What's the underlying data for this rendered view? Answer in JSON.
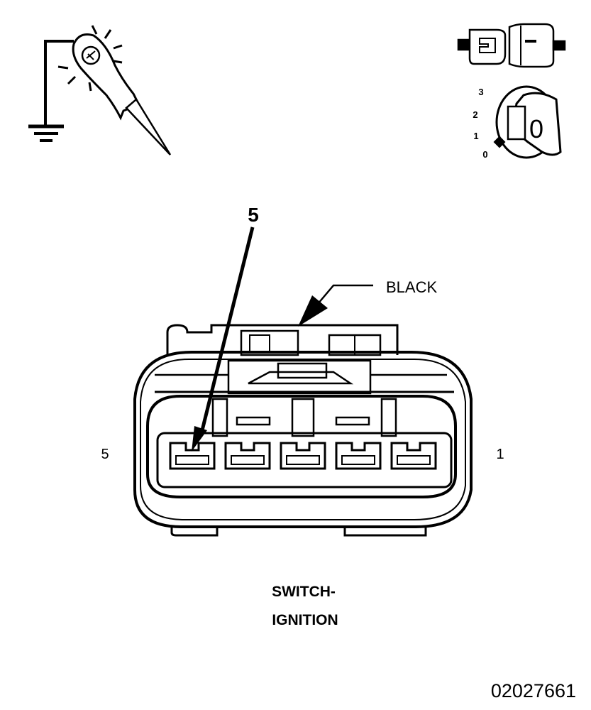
{
  "key_positions": {
    "p3": "3",
    "p2": "2",
    "p1": "1",
    "p0": "0"
  },
  "key_face_label": "0",
  "callout_pin": "5",
  "color_label": "BLACK",
  "end_label_left": "5",
  "end_label_right": "1",
  "caption_line1": "SWITCH-",
  "caption_line2": "IGNITION",
  "figure_number": "02027661"
}
